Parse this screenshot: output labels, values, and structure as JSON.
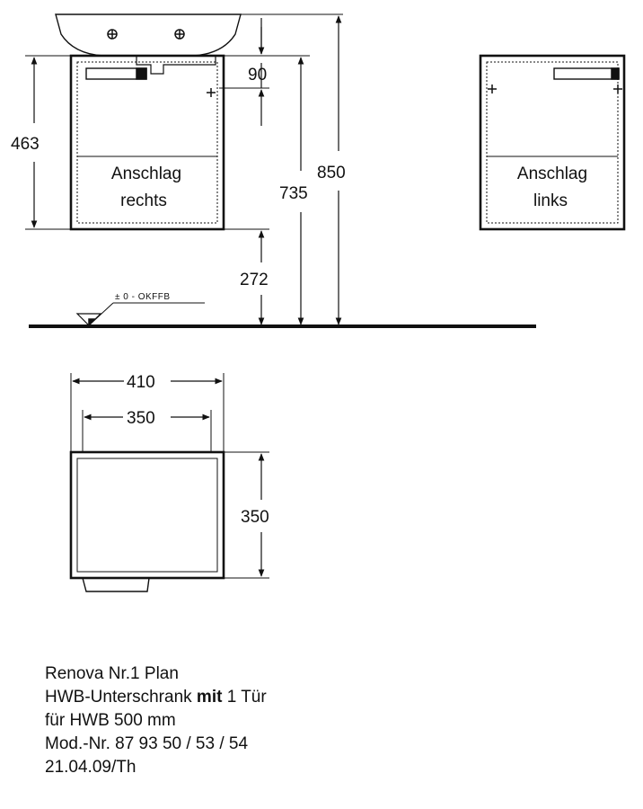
{
  "dimensions": {
    "d90": "90",
    "d463": "463",
    "d735": "735",
    "d850": "850",
    "d272": "272",
    "d410": "410",
    "d350_width": "350",
    "d350_depth": "350"
  },
  "floor_reference": "± 0 - OKFFB",
  "views": {
    "right_hinge": {
      "line1": "Anschlag",
      "line2": "rechts"
    },
    "left_hinge": {
      "line1": "Anschlag",
      "line2": "links"
    }
  },
  "caption": {
    "line1": "Renova Nr.1 Plan",
    "line2_normal": "HWB-Unterschrank ",
    "line2_bold": "mit",
    "line2_rest": " 1 Tür",
    "line3": "für HWB 500 mm",
    "line4": "Mod.-Nr. 87 93 50 / 53 / 54",
    "line5": "21.04.09/Th"
  }
}
